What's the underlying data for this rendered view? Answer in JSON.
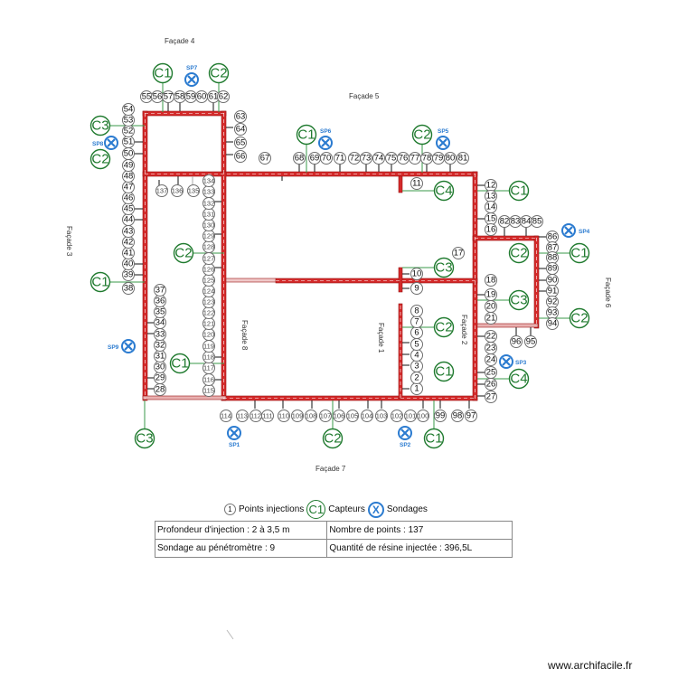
{
  "facades": {
    "f1": "Façade 1",
    "f2": "Façade 2",
    "f3": "Façade 3",
    "f4": "Façade 4",
    "f5": "Façade 5",
    "f6": "Façade 6",
    "f7": "Façade 7",
    "f8": "Façade 8"
  },
  "sondages": {
    "sp1": "SP1",
    "sp2": "SP2",
    "sp3": "SP3",
    "sp4": "SP4",
    "sp5": "SP5",
    "sp6": "SP6",
    "sp7": "SP7",
    "sp8": "SP8",
    "sp9": "SP9"
  },
  "capteurs": {
    "c1": "C1",
    "c2": "C2",
    "c3": "C3",
    "c4": "C4"
  },
  "points": {
    "p1": "1",
    "p2": "2",
    "p3": "3",
    "p4": "4",
    "p5": "5",
    "p6": "6",
    "p7": "7",
    "p8": "8",
    "p9": "9",
    "p10": "10",
    "p11": "11",
    "p12": "12",
    "p13": "13",
    "p14": "14",
    "p15": "15",
    "p16": "16",
    "p17": "17",
    "p18": "18",
    "p19": "19",
    "p20": "20",
    "p21": "21",
    "p22": "22",
    "p23": "23",
    "p24": "24",
    "p25": "25",
    "p26": "26",
    "p27": "27",
    "p28": "28",
    "p29": "29",
    "p30": "30",
    "p31": "31",
    "p32": "32",
    "p33": "33",
    "p34": "34",
    "p35": "35",
    "p36": "36",
    "p37": "37",
    "p38": "38",
    "p39": "39",
    "p40": "40",
    "p41": "41",
    "p42": "42",
    "p43": "43",
    "p44": "44",
    "p45": "45",
    "p46": "46",
    "p47": "47",
    "p48": "48",
    "p49": "49",
    "p50": "50",
    "p51": "51",
    "p52": "52",
    "p53": "53",
    "p54": "54",
    "p55": "55",
    "p56": "56",
    "p57": "57",
    "p58": "58",
    "p59": "59",
    "p60": "60",
    "p61": "61",
    "p62": "62",
    "p63": "63",
    "p64": "64",
    "p65": "65",
    "p66": "66",
    "p67": "67",
    "p68": "68",
    "p69": "69",
    "p70": "70",
    "p71": "71",
    "p72": "72",
    "p73": "73",
    "p74": "74",
    "p75": "75",
    "p76": "76",
    "p77": "77",
    "p78": "78",
    "p79": "79",
    "p80": "80",
    "p81": "81",
    "p82": "82",
    "p83": "83",
    "p84": "84",
    "p85": "85",
    "p86": "86",
    "p87": "87",
    "p88": "88",
    "p89": "89",
    "p90": "90",
    "p91": "91",
    "p92": "92",
    "p93": "93",
    "p94": "94",
    "p95": "95",
    "p96": "96",
    "p97": "97",
    "p98": "98",
    "p99": "99",
    "p100": "100",
    "p101": "101",
    "p102": "102",
    "p103": "103",
    "p104": "104",
    "p105": "105",
    "p106": "106",
    "p107": "107",
    "p108": "108",
    "p109": "109",
    "p110": "110",
    "p111": "111",
    "p112": "112",
    "p113": "113",
    "p114": "114",
    "p115": "115",
    "p116": "116",
    "p117": "117",
    "p118": "118",
    "p119": "119",
    "p120": "120",
    "p121": "121",
    "p122": "122",
    "p123": "123",
    "p124": "124",
    "p125": "125",
    "p126": "126",
    "p127": "127",
    "p128": "128",
    "p129": "129",
    "p130": "130",
    "p131": "131",
    "p132": "132",
    "p133": "133",
    "p134": "134",
    "p135": "135",
    "p136": "136",
    "p137": "137"
  },
  "legend": {
    "point_sample": "1",
    "point_label": "Points injections",
    "capteur_sample": "C1",
    "capteur_label": "Capteurs",
    "sondage_sample": "X",
    "sondage_label": "Sondages"
  },
  "info_table": {
    "rows": [
      [
        "Profondeur d'injection : 2 à 3,5 m",
        "Nombre de points : 137"
      ],
      [
        "Sondage au pénétromètre : 9",
        "Quantité de résine injectée : 396,5L"
      ]
    ]
  },
  "footer": {
    "website": "www.archifacile.fr"
  },
  "colors": {
    "wall": "#d42a2a",
    "capteur": "#1f7a2e",
    "sondage": "#2b7bd0",
    "point_border": "#6e6e6e"
  }
}
